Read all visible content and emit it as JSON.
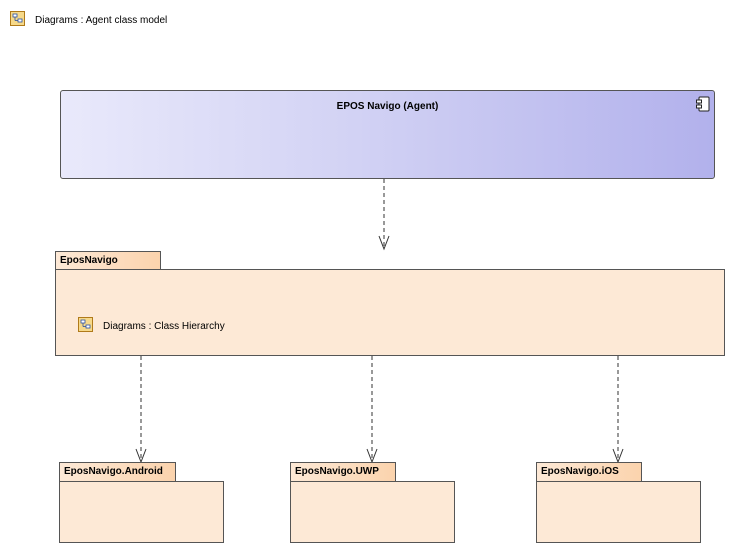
{
  "header": {
    "title": "Diagrams : Agent class model",
    "icon": "diagram-icon"
  },
  "component": {
    "name": "EPOS Navigo (Agent)",
    "icon": "component-icon"
  },
  "main_package": {
    "name": "EposNavigo",
    "diagram_ref": {
      "label": "Diagrams : Class Hierarchy",
      "icon": "diagram-icon"
    }
  },
  "sub_packages": [
    {
      "name": "EposNavigo.Android"
    },
    {
      "name": "EposNavigo.UWP"
    },
    {
      "name": "EposNavigo.iOS"
    }
  ],
  "colors": {
    "component_gradient_start": "#e9e9fb",
    "component_gradient_end": "#b2b1ec",
    "package_fill": "#fde9d6",
    "package_tab": "#fbd3ad",
    "border": "#555555"
  }
}
